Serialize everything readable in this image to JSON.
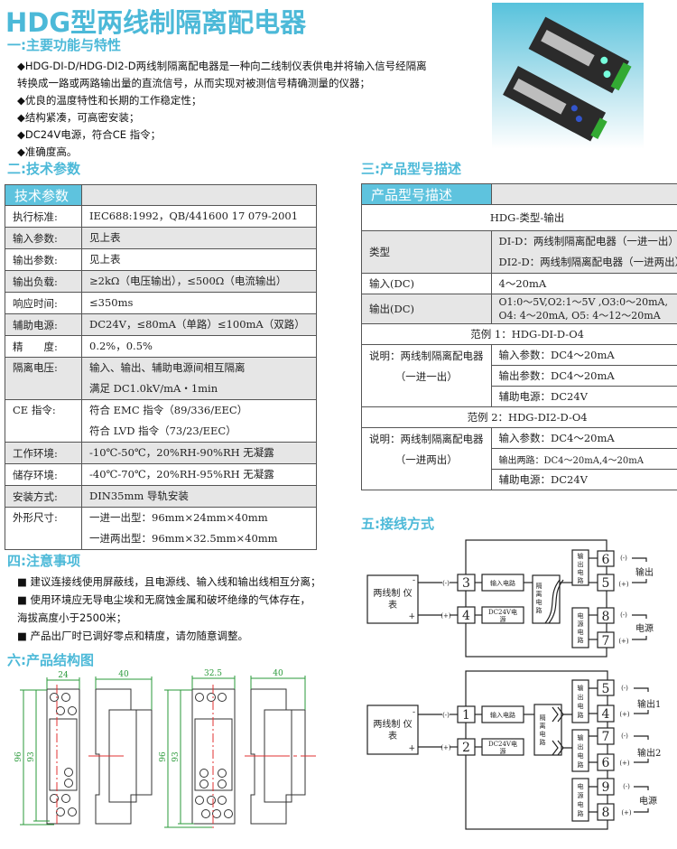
{
  "title": "HDG型两线制隔离配电器",
  "sec1": {
    "heading": "一:主要功能与特性",
    "bullets": [
      "◆HDG-DI-D/HDG-DI2-D两线制隔离配电器是一种向二线制仪表供电并将输入信号经隔离",
      "转换成一路或两路输出量的直流信号，从而实现对被测信号精确测量的仪器；",
      "◆优良的温度特性和长期的工作稳定性；",
      "◆结构紧凑，可高密安装；",
      "◆DC24V电源，符合CE 指令；",
      "◆准确度高。"
    ]
  },
  "sec2": {
    "heading": "二:技术参数",
    "table_title": "技术参数",
    "rows": [
      {
        "k": "执行标准:",
        "v": [
          "IEC688:1992，QB/441600 17 079-2001"
        ]
      },
      {
        "k": "输入参数:",
        "v": [
          "见上表"
        ]
      },
      {
        "k": "输出参数:",
        "v": [
          "见上表"
        ]
      },
      {
        "k": "输出负载:",
        "v": [
          "≥2kΩ（电压输出），≤500Ω（电流输出）"
        ]
      },
      {
        "k": "响应时间:",
        "v": [
          "≤350ms"
        ]
      },
      {
        "k": "辅助电源:",
        "v": [
          "DC24V，≤80mA（单路）≤100mA（双路）"
        ]
      },
      {
        "k": "精　　度:",
        "v": [
          "0.2%，0.5%"
        ]
      },
      {
        "k": "隔离电压:",
        "v": [
          "输入、输出、辅助电源间相互隔离",
          "满足 DC1.0kV/mA・1min"
        ]
      },
      {
        "k": "CE 指令:",
        "v": [
          "符合 EMC 指令（89/336/EEC）",
          "符合 LVD 指令（73/23/EEC）"
        ]
      },
      {
        "k": "工作环境:",
        "v": [
          "-10℃-50℃，20%RH-90%RH 无凝露"
        ]
      },
      {
        "k": "储存环境:",
        "v": [
          "-40℃-70℃，20%RH-95%RH 无凝露"
        ]
      },
      {
        "k": "安装方式:",
        "v": [
          "DIN35mm 导轨安装"
        ]
      },
      {
        "k": "外形尺寸:",
        "v": [
          "一进一出型：96mm×24mm×40mm",
          "一进两出型：96mm×32.5mm×40mm"
        ]
      }
    ]
  },
  "sec3": {
    "heading": "三:产品型号描述",
    "table_title": "产品型号描述",
    "format": "HDG-类型-输出",
    "type_label": "类型",
    "types": [
      "DI-D：两线制隔离配电器（一进一出）",
      "DI2-D：两线制隔离配电器（一进两出）"
    ],
    "input_label": "输入(DC)",
    "input_value": "4～20mA",
    "output_label": "输出(DC)",
    "outputs": [
      "O1:0～5V,O2:1～5V ,O3:0～20mA,",
      "O4: 4～20mA, O5: 4～12～20mA"
    ],
    "ex1": {
      "title": "范例 1：HDG-DI-D-O4",
      "desc": [
        "说明：两线制隔离配电器",
        "（一进一出）"
      ],
      "items": [
        "输入参数：DC4～20mA",
        "输出参数：DC4～20mA",
        "辅助电源：DC24V"
      ]
    },
    "ex2": {
      "title": "范例 2：HDG-DI2-D-O4",
      "desc": [
        "说明：两线制隔离配电器",
        "（一进两出）"
      ],
      "items": [
        "输入参数：DC4～20mA",
        "输出两路：DC4～20mA,4～20mA",
        "辅助电源：DC24V"
      ]
    }
  },
  "sec4": {
    "heading": "四:注意事项",
    "bullets": [
      "■ 建议连接线使用屏蔽线，且电源线、输入线和输出线相互分离；",
      "■ 使用环境应无导电尘埃和无腐蚀金属和破坏绝缘的气体存在，",
      "海拔高度小于2500米；",
      "■ 产品出厂时已调好零点和精度，请勿随意调整。"
    ]
  },
  "sec5": {
    "heading": "五:接线方式",
    "d1": {
      "instrument": [
        "两线制 仪",
        "表"
      ],
      "minus": "-",
      "plus": "+",
      "neg": "(-)",
      "pos": "(+)",
      "t_in": [
        "3",
        "4"
      ],
      "input_circuit": "输入电路",
      "power_circuit": [
        "DC24V电",
        "源"
      ],
      "iso": [
        "隔",
        "离",
        "电",
        "路"
      ],
      "out_circuit": [
        "输",
        "出",
        "电",
        "路"
      ],
      "pwr_circuit": [
        "电",
        "源",
        "电",
        "路"
      ],
      "t_out": [
        "6",
        "5",
        "8",
        "7"
      ],
      "out_label": "输出",
      "pwr_label": "电源"
    },
    "d2": {
      "instrument": [
        "两线制 仪",
        "表"
      ],
      "minus": "-",
      "plus": "+",
      "neg": "(-)",
      "pos": "(+)",
      "t_in": [
        "1",
        "2"
      ],
      "input_circuit": "输入电路",
      "power_circuit": [
        "DC24V电",
        "源"
      ],
      "iso": [
        "隔",
        "离",
        "电",
        "路"
      ],
      "out_circuit": [
        "输",
        "出",
        "电",
        "路"
      ],
      "pwr_circuit": [
        "电",
        "源",
        "电",
        "路"
      ],
      "t_out": [
        "5",
        "4",
        "7",
        "6",
        "9",
        "8"
      ],
      "out1_label": "输出1",
      "out2_label": "输出2",
      "pwr_label": "电源"
    }
  },
  "sec6": {
    "heading": "六:产品结构图",
    "dims": {
      "w1": "24",
      "w2": "32.5",
      "depth": "40",
      "h_outer": "96",
      "h_inner": "93"
    }
  },
  "colors": {
    "accent": "#4cb9d8",
    "dimension": "#2a9a3a",
    "centerline": "#e03030"
  }
}
